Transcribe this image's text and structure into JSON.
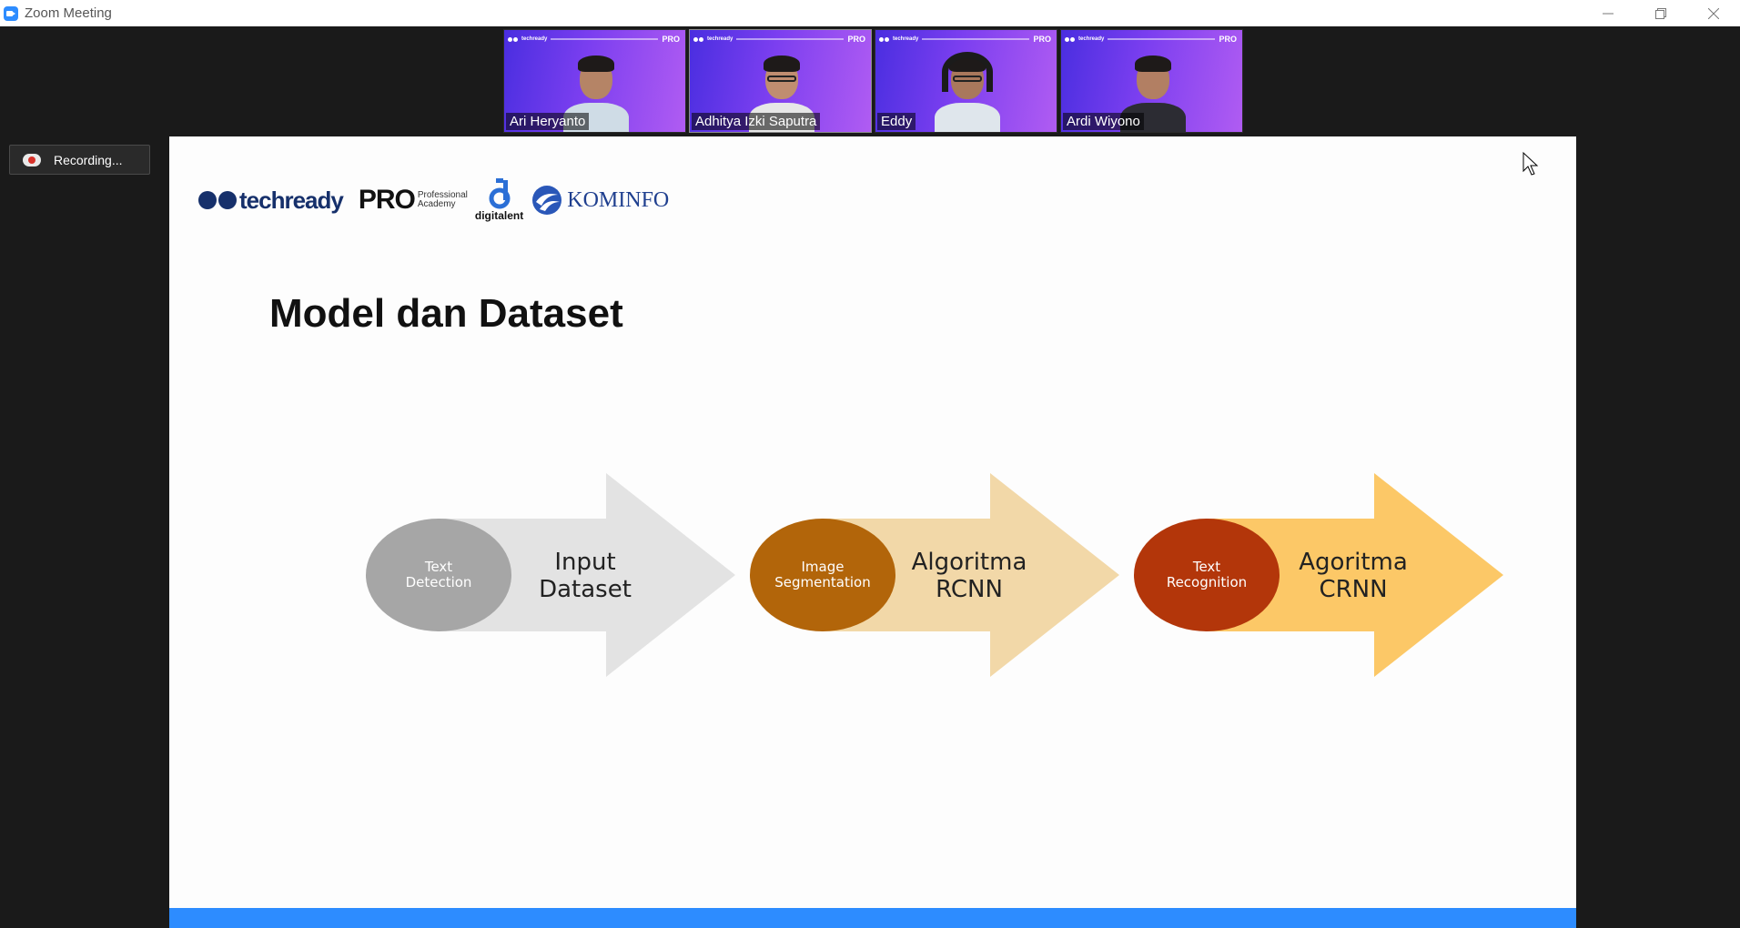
{
  "window": {
    "title": "Zoom Meeting",
    "controls": [
      "minimize",
      "restore",
      "close"
    ]
  },
  "participants": [
    {
      "name": "Ari Heryanto",
      "headset": false,
      "glasses": false,
      "active": false
    },
    {
      "name": "Adhitya Izki Saputra",
      "headset": false,
      "glasses": true,
      "active": true
    },
    {
      "name": "Eddy",
      "headset": true,
      "glasses": true,
      "active": false
    },
    {
      "name": "Ardi Wiyono",
      "headset": false,
      "glasses": false,
      "active": false
    }
  ],
  "thumb_banner": {
    "brand": "techready",
    "pro": "PRO"
  },
  "recording": {
    "label": "Recording..."
  },
  "slide": {
    "logos": {
      "techready": "techready",
      "pro": "PRO",
      "pro_sub_1": "Professional",
      "pro_sub_2": "Academy",
      "digitalent": "digitalent",
      "kominfo": "KOMINFO"
    },
    "title": "Model dan Dataset",
    "steps": [
      {
        "circle": [
          "Text",
          "Detection"
        ],
        "arrow": [
          "Input",
          "Dataset"
        ],
        "circle_color": "#a6a6a6",
        "arrow_color": "#e3e3e3"
      },
      {
        "circle": [
          "Image",
          "Segmentation"
        ],
        "arrow": [
          "Algoritma",
          "RCNN"
        ],
        "circle_color": "#b2650a",
        "arrow_color": "#f2d8a8"
      },
      {
        "circle": [
          "Text",
          "Recognition"
        ],
        "arrow": [
          "Agoritma",
          "CRNN"
        ],
        "circle_color": "#b3360a",
        "arrow_color": "#fcc867"
      }
    ]
  },
  "colors": {
    "meeting_bg": "#1a1a1a",
    "footer_bar": "#2d8cff",
    "techready_navy": "#16306b"
  }
}
